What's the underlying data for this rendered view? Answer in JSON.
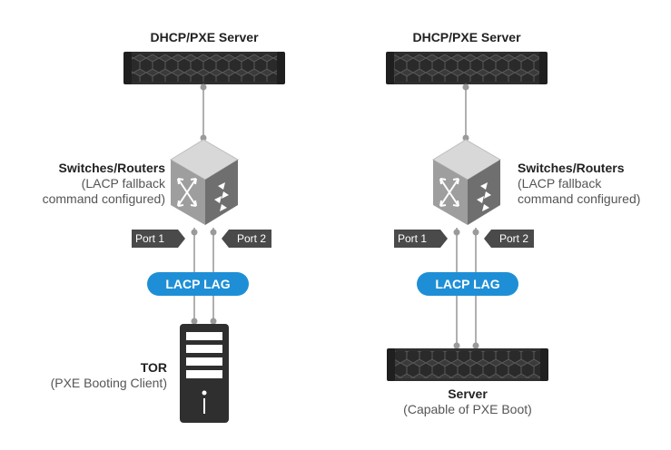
{
  "left": {
    "dhcp_title": "DHCP/PXE Server",
    "switch_title": "Switches/Routers",
    "switch_note_line1": "(LACP fallback",
    "switch_note_line2": "command configured)",
    "port1": "Port 1",
    "port2": "Port 2",
    "lag": "LACP LAG",
    "client_title": "TOR",
    "client_note": "(PXE Booting Client)"
  },
  "right": {
    "dhcp_title": "DHCP/PXE Server",
    "switch_title": "Switches/Routers",
    "switch_note_line1": "(LACP fallback",
    "switch_note_line2": "command configured)",
    "port1": "Port 1",
    "port2": "Port 2",
    "lag": "LACP LAG",
    "client_title": "Server",
    "client_note": "(Capable of PXE Boot)"
  },
  "colors": {
    "lag_fill": "#1e8fd6",
    "rack_dark": "#2f2f2f",
    "switch_top": "#d8d8d8",
    "switch_front": "#9e9e9e",
    "switch_side": "#6f6f6f",
    "port_tag": "#4a4a4a",
    "line": "#b0b0b0"
  }
}
